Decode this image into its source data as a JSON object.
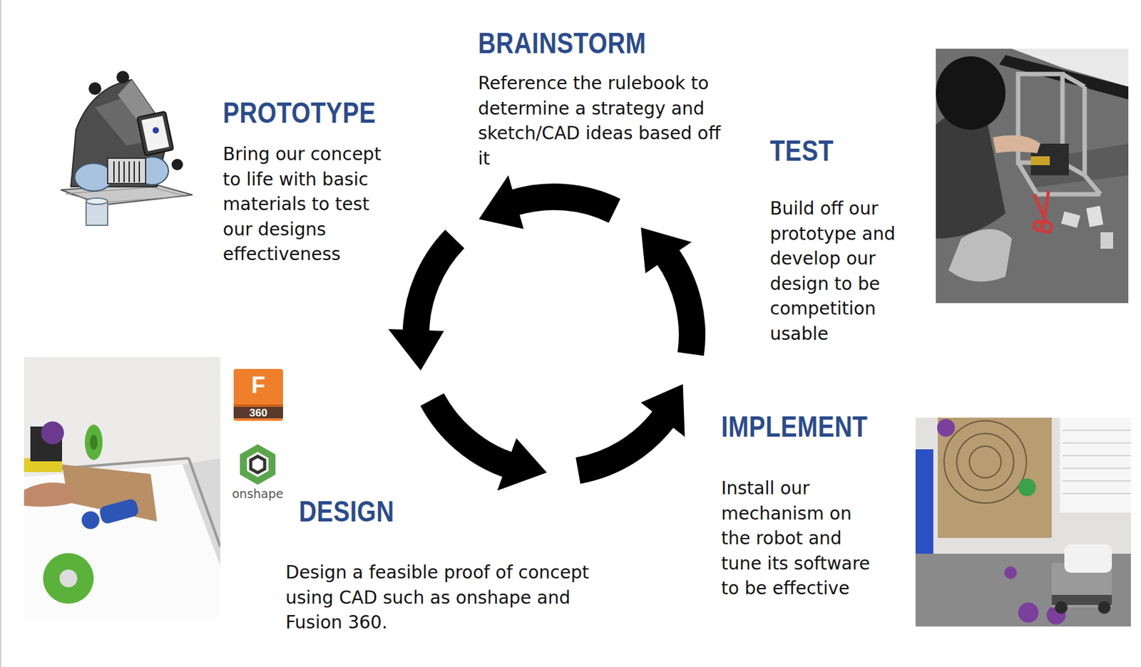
{
  "diagram": {
    "nodes": [
      {
        "text": [
          "BRAINSTORM",
          "Reference the rulebook to determine a strategy and sketch/CAD ideas based off it"
        ]
      },
      {
        "text": [
          "PROTOTYPE",
          "Bring our concept to life with basic materials to test our designs effectiveness"
        ]
      },
      {
        "text": [
          "TEST",
          "Build off our prototype and develop our design to be competition usable"
        ]
      },
      {
        "text": [
          "IMPLEMENT",
          "Install our mechanism on the robot and tune its software to be effective"
        ]
      },
      {
        "text": [
          "DESIGN",
          "Design a feasible proof of concept using CAD  such as onshape and Fusion 360."
        ]
      }
    ],
    "labels": [
      "F",
      "360",
      "onshape"
    ]
  }
}
